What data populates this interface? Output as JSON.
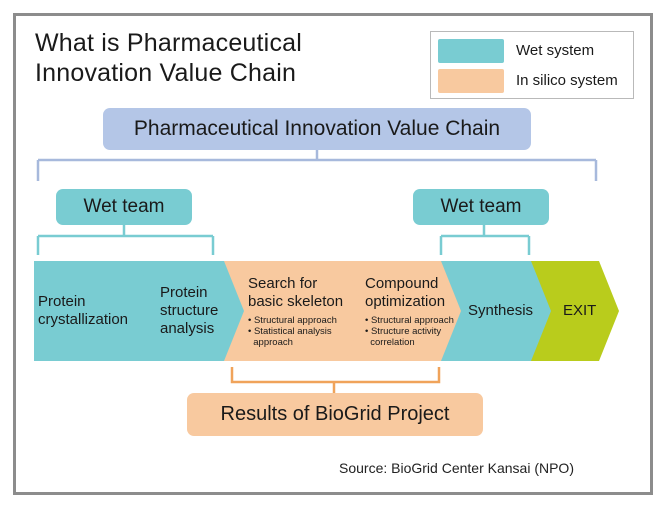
{
  "title_lines": [
    "What is Pharmaceutical",
    "Innovation Value Chain"
  ],
  "legend": [
    {
      "label": "Wet system",
      "color": "#79ccd2"
    },
    {
      "label": "In silico system",
      "color": "#f8c99f"
    }
  ],
  "chain_title": "Pharmaceutical Innovation Value Chain",
  "wet_team_left": "Wet team",
  "wet_team_right": "Wet team",
  "stages": [
    {
      "lines": [
        "Protein",
        "crystallization"
      ],
      "bullets": [],
      "color": "#79ccd2"
    },
    {
      "lines": [
        "Protein",
        "structure",
        "analysis"
      ],
      "bullets": [],
      "color": "#79ccd2"
    },
    {
      "lines": [
        "Search for",
        "basic skeleton"
      ],
      "bullets": [
        "• Structural approach",
        "• Statistical analysis",
        "  approach"
      ],
      "color": "#f8c99f"
    },
    {
      "lines": [
        "Compound",
        "optimization"
      ],
      "bullets": [
        "• Structural approach",
        "• Structure activity",
        "  correlation"
      ],
      "color": "#f8c99f"
    },
    {
      "lines": [
        "Synthesis"
      ],
      "bullets": [],
      "color": "#79ccd2"
    },
    {
      "lines": [
        "EXIT"
      ],
      "bullets": [],
      "color": "#b9cc1c"
    }
  ],
  "biogrid_label": "Results of BioGrid Project",
  "source": "Source: BioGrid Center Kansai (NPO)",
  "colors": {
    "line_blue": "#a7b9dc",
    "line_wet": "#79ccd2",
    "line_orange": "#f0a35a"
  }
}
